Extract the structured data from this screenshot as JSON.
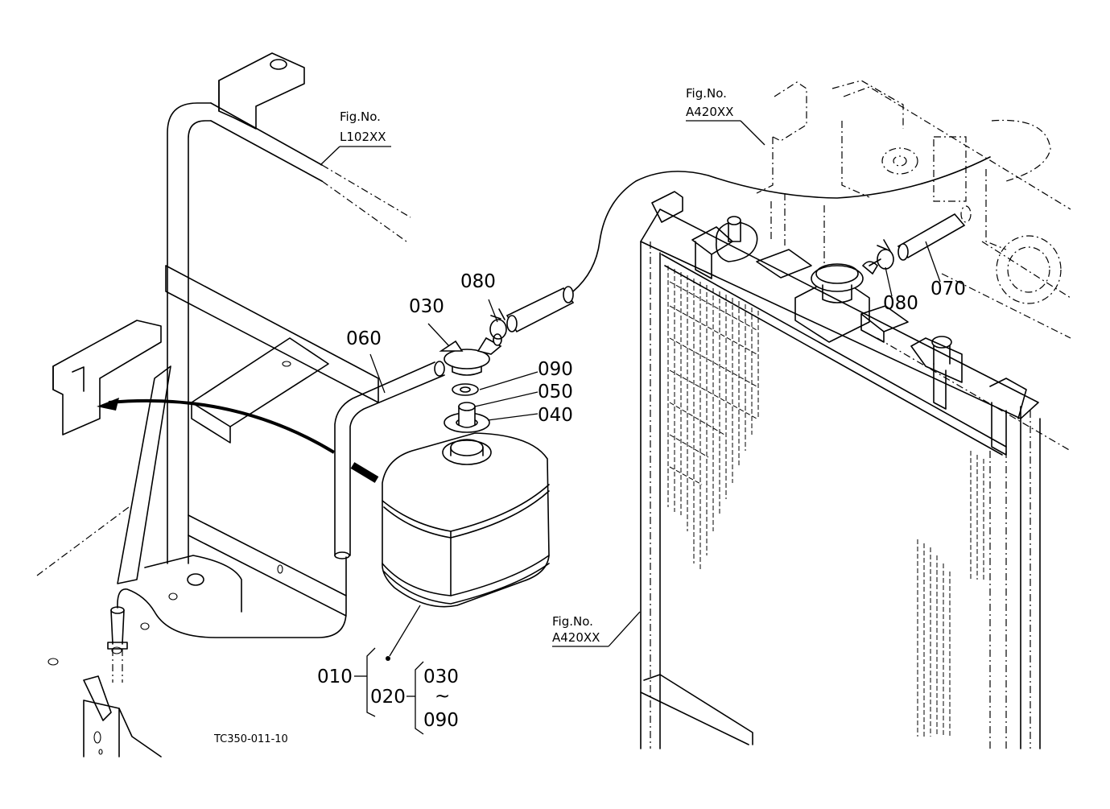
{
  "figure_refs": {
    "left": {
      "line1": "Fig.No.",
      "line2": "L102XX"
    },
    "top_right": {
      "line1": "Fig.No.",
      "line2": "A420XX"
    },
    "bottom_right": {
      "line1": "Fig.No.",
      "line2": "A420XX"
    }
  },
  "part_labels": {
    "p030": "030",
    "p060": "060",
    "p080a": "080",
    "p090": "090",
    "p050": "050",
    "p040": "040",
    "p080b": "080",
    "p070": "070"
  },
  "assembly": {
    "p010": "010",
    "p020": "020",
    "range_start": "030",
    "range_sep": "~",
    "range_end": "090"
  },
  "drawing_code": "TC350-011-10"
}
